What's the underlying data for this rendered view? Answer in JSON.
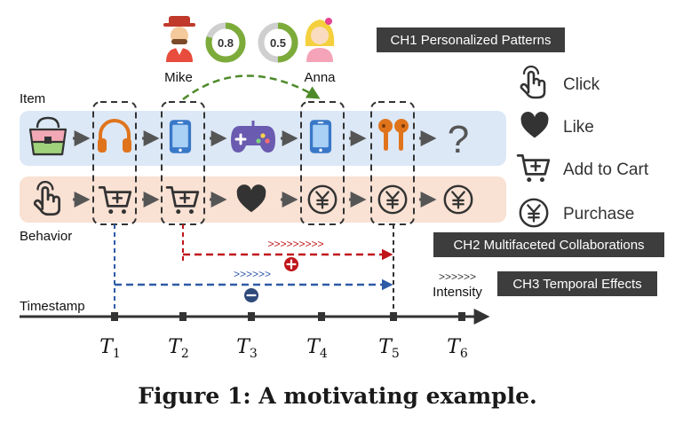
{
  "labels": {
    "item": "Item",
    "behavior": "Behavior",
    "timestamp": "Timestamp",
    "intensity": "Intensity",
    "intensity_marks_small": ">>>>>>",
    "intensity_marks_red": ">>>>>>>>>",
    "intensity_marks_blue": ">>>>>>"
  },
  "users": [
    {
      "name": "Mike",
      "score": "0.8",
      "fraction": 0.8
    },
    {
      "name": "Anna",
      "score": "0.5",
      "fraction": 0.5
    }
  ],
  "challenges": [
    {
      "id": "ch1",
      "text": "CH1 Personalized Patterns"
    },
    {
      "id": "ch2",
      "text": "CH2 Multifaceted Collaborations"
    },
    {
      "id": "ch3",
      "text": "CH3 Temporal Effects"
    }
  ],
  "legend": [
    {
      "icon": "click-icon",
      "label": "Click"
    },
    {
      "icon": "heart-icon",
      "label": "Like"
    },
    {
      "icon": "cart-icon",
      "label": "Add to Cart"
    },
    {
      "icon": "yen-icon",
      "label": "Purchase"
    }
  ],
  "items": [
    "handbag-icon",
    "headphones-icon",
    "phone-icon",
    "gamepad-icon",
    "phone-icon",
    "earbuds-icon",
    "question-mark-icon"
  ],
  "unknown_item": "?",
  "behaviors": [
    "click-icon",
    "cart-icon",
    "cart-icon",
    "heart-icon",
    "yen-icon",
    "yen-icon",
    "yen-icon"
  ],
  "timestamps": [
    {
      "base": "T",
      "sub": "1"
    },
    {
      "base": "T",
      "sub": "2"
    },
    {
      "base": "T",
      "sub": "3"
    },
    {
      "base": "T",
      "sub": "4"
    },
    {
      "base": "T",
      "sub": "5"
    },
    {
      "base": "T",
      "sub": "6"
    }
  ],
  "colors": {
    "item_band": "#dce8f6",
    "behavior_band": "#f9e1d3",
    "challenge_box": "#3d3d3d",
    "green_arrow": "#4e8a2a",
    "red_arrow": "#c0161b",
    "blue_arrow": "#2e5aa6",
    "orange": "#e0741c",
    "blue_icon": "#3978c8",
    "purple": "#6a5bb0",
    "gauge_green": "#7cab3a",
    "gauge_grey": "#cfcfcf"
  },
  "caption": "Figure 1: A motivating example."
}
